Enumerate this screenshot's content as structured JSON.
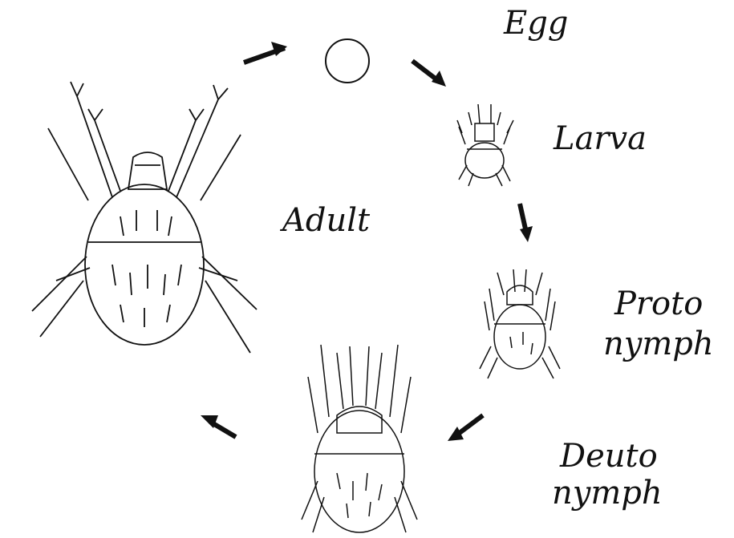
{
  "diagram": {
    "stages": {
      "egg": "Egg",
      "larva": "Larva",
      "adult": "Adult",
      "protonymph_line1": "Proto",
      "protonymph_line2": "nymph",
      "deutonymph_line1": "Deuto",
      "deutonymph_line2": "nymph"
    },
    "colors": {
      "ink": "#111111",
      "background": "#ffffff"
    }
  }
}
